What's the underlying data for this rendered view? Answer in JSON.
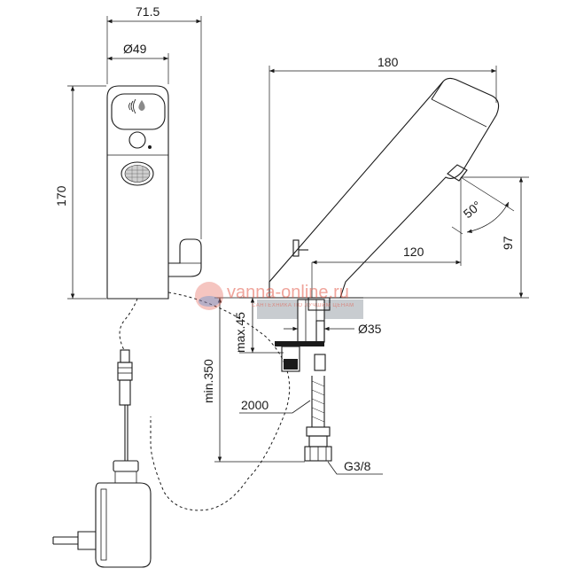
{
  "dimensions": {
    "total_depth": "71.5",
    "diameter_top": "Ø49",
    "total_height": "170",
    "spout_reach": "180",
    "spout_angle": "50°",
    "spout_outlet_height": "97",
    "outlet_offset": "120",
    "counter_thickness": "max.45",
    "hole_diameter": "Ø35",
    "hose_min_length": "min.350",
    "cable_length": "2000",
    "connection_thread": "G3/8"
  },
  "watermark": {
    "site": "vanna-online.ru",
    "tagline": "САНТЕХНИКА ПО ЛУЧШИМ ЦЕНАМ"
  },
  "sensor_window_icon": "water-drop-signal-icon"
}
